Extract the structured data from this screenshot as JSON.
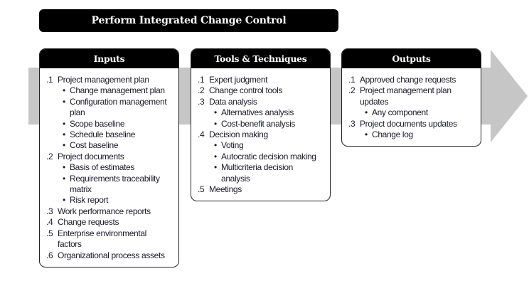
{
  "title": "Perform Integrated Change Control",
  "colors": {
    "header_bg": "#000000",
    "arrow": "#c6c6c6",
    "border": "#222222"
  },
  "columns": [
    {
      "id": "inputs",
      "header": "Inputs",
      "lines": [
        {
          "num": ".1",
          "text": "Project management plan",
          "level": 0
        },
        {
          "num": "•",
          "text": "Change management plan",
          "level": 1
        },
        {
          "num": "•",
          "text": "Configuration management",
          "level": 1
        },
        {
          "num": "",
          "text": "plan",
          "level": 1
        },
        {
          "num": "•",
          "text": "Scope baseline",
          "level": 1
        },
        {
          "num": "•",
          "text": "Schedule baseline",
          "level": 1
        },
        {
          "num": "•",
          "text": "Cost baseline",
          "level": 1
        },
        {
          "num": ".2",
          "text": "Project documents",
          "level": 0
        },
        {
          "num": "•",
          "text": "Basis of estimates",
          "level": 1
        },
        {
          "num": "•",
          "text": "Requirements traceability",
          "level": 1
        },
        {
          "num": "",
          "text": "matrix",
          "level": 1
        },
        {
          "num": "•",
          "text": "Risk report",
          "level": 1
        },
        {
          "num": ".3",
          "text": "Work performance reports",
          "level": 0
        },
        {
          "num": ".4",
          "text": "Change requests",
          "level": 0
        },
        {
          "num": ".5",
          "text": "Enterprise environmental",
          "level": 0
        },
        {
          "num": "",
          "text": "factors",
          "level": 0
        },
        {
          "num": ".6",
          "text": "Organizational process assets",
          "level": 0
        }
      ]
    },
    {
      "id": "tools-techniques",
      "header": "Tools & Techniques",
      "lines": [
        {
          "num": ".1",
          "text": "Expert judgment",
          "level": 0
        },
        {
          "num": ".2",
          "text": "Change control tools",
          "level": 0
        },
        {
          "num": ".3",
          "text": "Data analysis",
          "level": 0
        },
        {
          "num": "•",
          "text": "Alternatives analysis",
          "level": 1
        },
        {
          "num": "•",
          "text": "Cost-benefit analysis",
          "level": 1
        },
        {
          "num": ".4",
          "text": "Decision making",
          "level": 0
        },
        {
          "num": "•",
          "text": "Voting",
          "level": 1
        },
        {
          "num": "•",
          "text": "Autocratic decision making",
          "level": 1
        },
        {
          "num": "•",
          "text": "Multicriteria decision",
          "level": 1
        },
        {
          "num": "",
          "text": "analysis",
          "level": 1
        },
        {
          "num": ".5",
          "text": "Meetings",
          "level": 0
        }
      ]
    },
    {
      "id": "outputs",
      "header": "Outputs",
      "lines": [
        {
          "num": ".1",
          "text": "Approved change requests",
          "level": 0
        },
        {
          "num": ".2",
          "text": "Project management plan",
          "level": 0
        },
        {
          "num": "",
          "text": "updates",
          "level": 0
        },
        {
          "num": "•",
          "text": "Any component",
          "level": 1
        },
        {
          "num": ".3",
          "text": "Project documents updates",
          "level": 0
        },
        {
          "num": "•",
          "text": "Change log",
          "level": 1
        }
      ]
    }
  ]
}
